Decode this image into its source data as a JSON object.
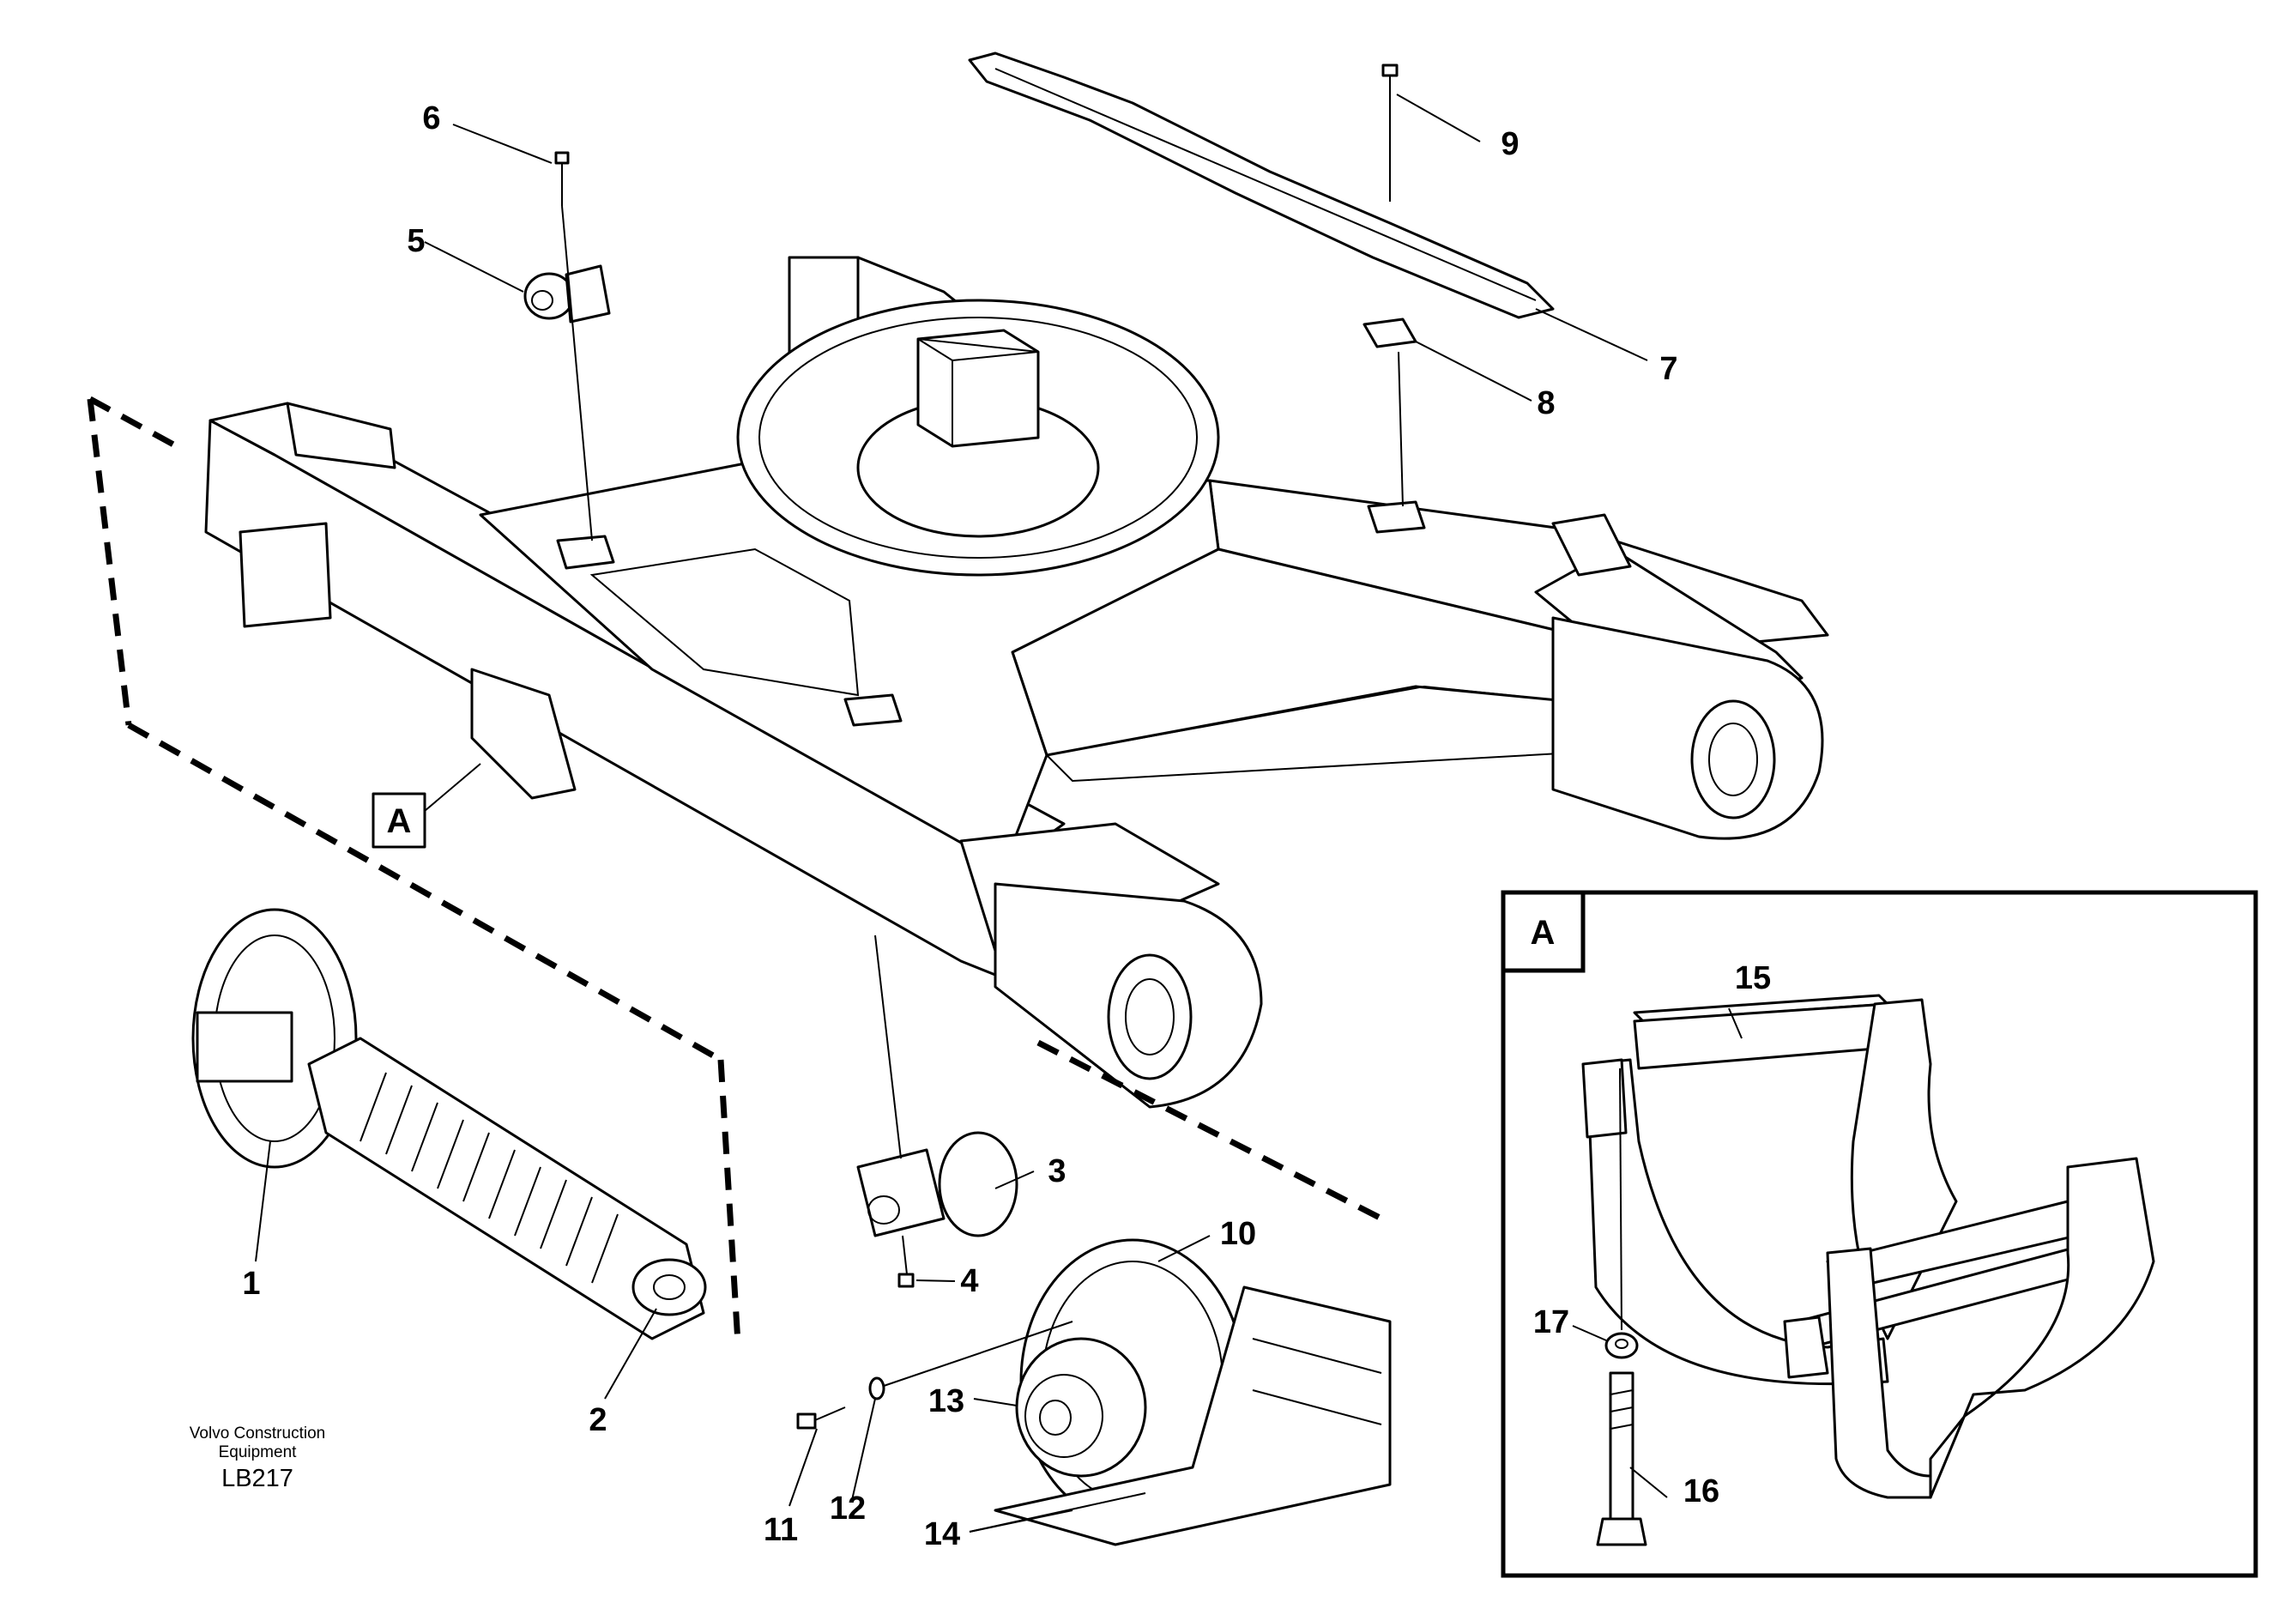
{
  "diagram": {
    "credit": {
      "line1": "Volvo Construction",
      "line2": "Equipment",
      "code": "LB217"
    },
    "inset_tag": "A",
    "detail_tag": "A",
    "callouts": {
      "c1": "1",
      "c2": "2",
      "c3": "3",
      "c4": "4",
      "c5": "5",
      "c6": "6",
      "c7": "7",
      "c8": "8",
      "c9": "9",
      "c10": "10",
      "c11": "11",
      "c12": "12",
      "c13": "13",
      "c14": "14",
      "c15": "15",
      "c16": "16",
      "c17": "17"
    }
  }
}
